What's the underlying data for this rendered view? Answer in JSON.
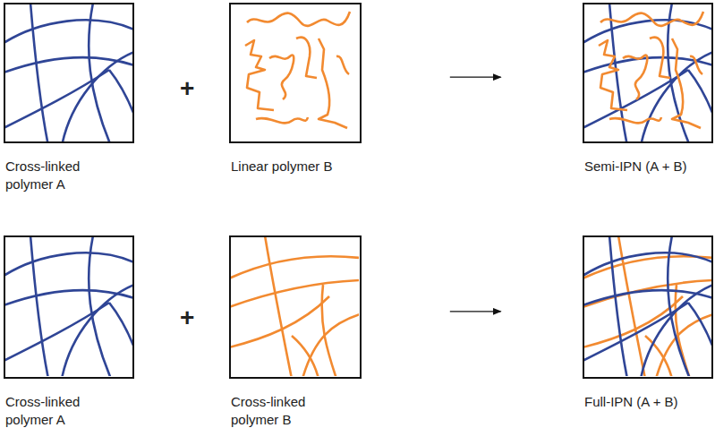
{
  "diagram": {
    "nodes": [
      {
        "text": [
          "Cross-linked polymer A"
        ]
      },
      {
        "text": [
          "Linear polymer B"
        ]
      },
      {
        "text": [
          "Semi-IPN (A + B)"
        ]
      },
      {
        "text": [
          "Cross-linked polymer A"
        ]
      },
      {
        "text": [
          "Cross-linked polymer B"
        ]
      },
      {
        "text": [
          "Full-IPN (A + B)"
        ]
      }
    ],
    "edges": [
      {
        "from": 1,
        "to": 2,
        "arrow": "to"
      },
      {
        "from": 4,
        "to": 5,
        "arrow": "to"
      }
    ],
    "labels": [
      "+",
      "+"
    ]
  }
}
